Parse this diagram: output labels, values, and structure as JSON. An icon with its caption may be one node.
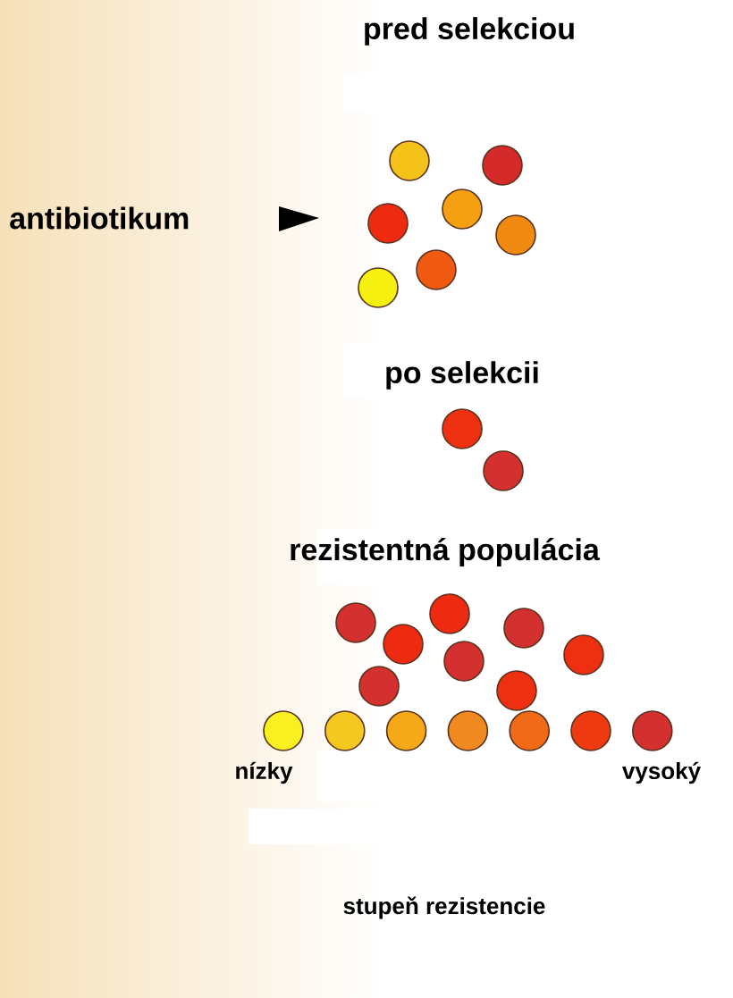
{
  "diagram": {
    "labels": [
      "pred selekciou",
      "antibiotikum",
      "po selekcii",
      "rezistentná populácia",
      "nízky",
      "vysoký",
      "stupeň rezistencie"
    ]
  }
}
